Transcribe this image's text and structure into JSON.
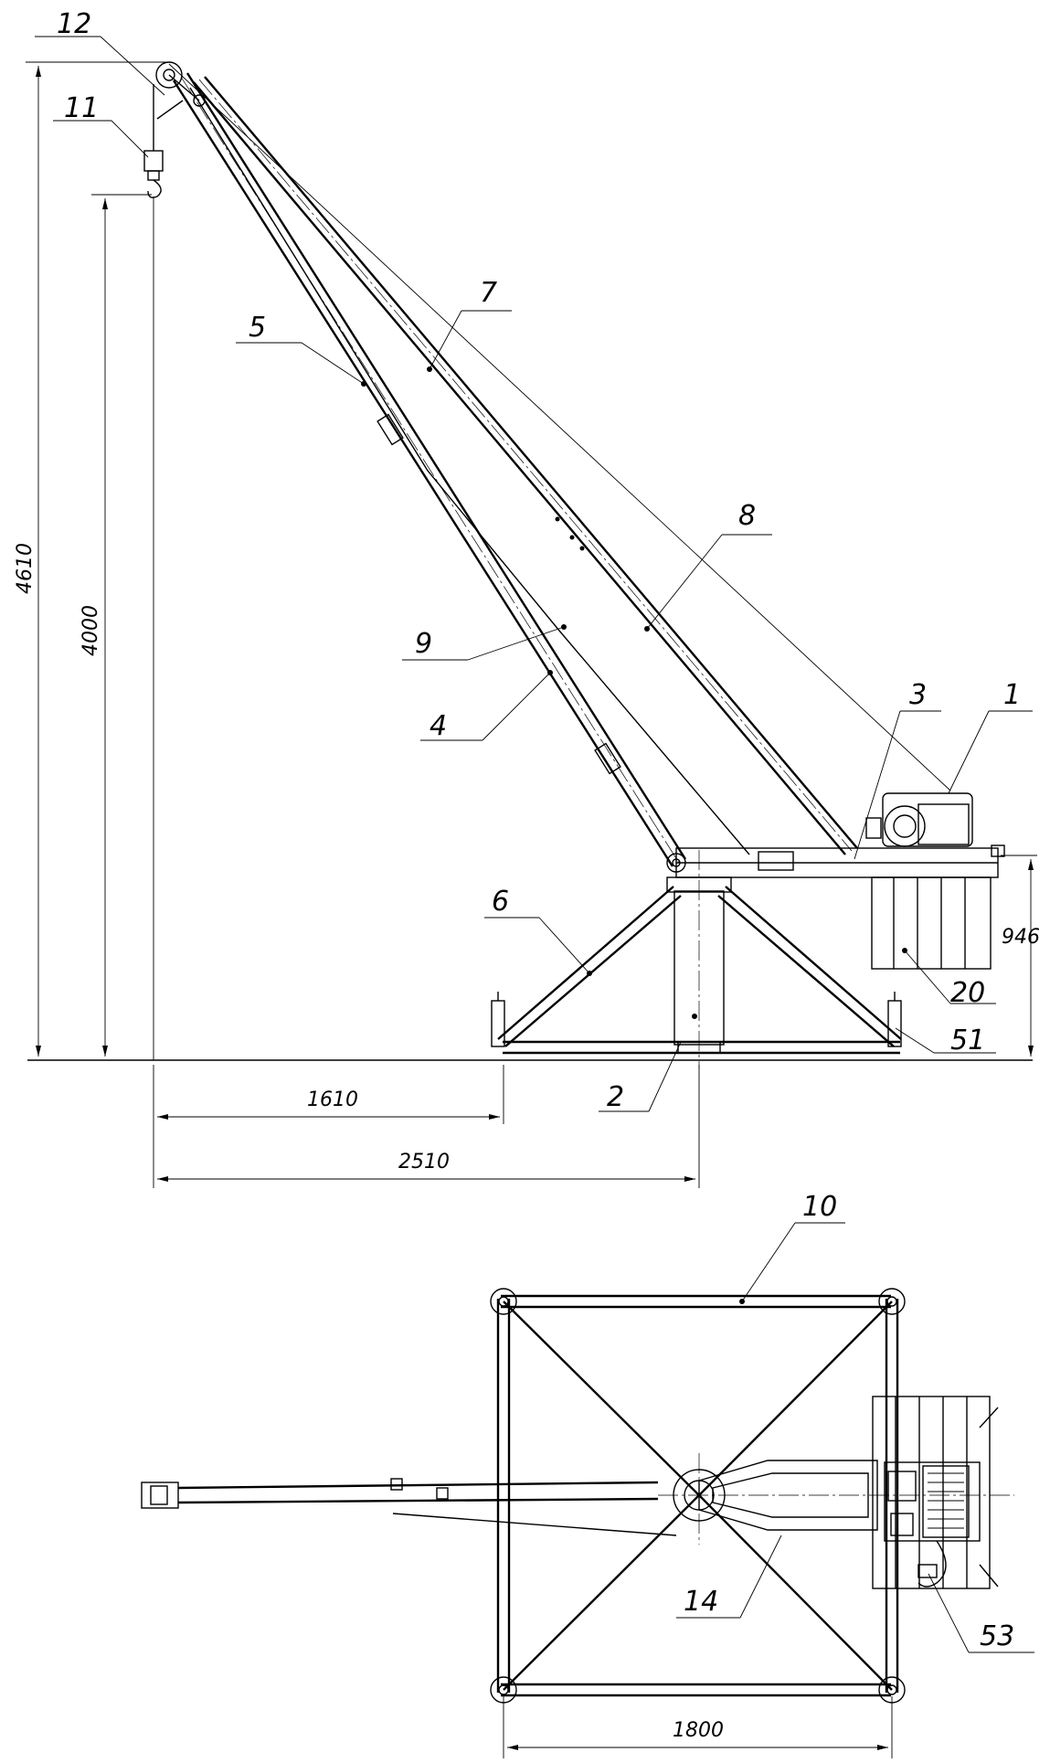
{
  "drawing": {
    "ink_color": "#000000",
    "paper_color": "#ffffff"
  },
  "callouts": {
    "c1": "1",
    "c2": "2",
    "c3": "3",
    "c4": "4",
    "c5": "5",
    "c6": "6",
    "c7": "7",
    "c8": "8",
    "c9": "9",
    "c10": "10",
    "c11": "11",
    "c12": "12",
    "c14": "14",
    "c20": "20",
    "c51": "51",
    "c53": "53"
  },
  "dimensions": {
    "d4610": "4610",
    "d4000": "4000",
    "d946": "946",
    "d1610": "1610",
    "d2510": "2510",
    "d1800": "1800"
  }
}
